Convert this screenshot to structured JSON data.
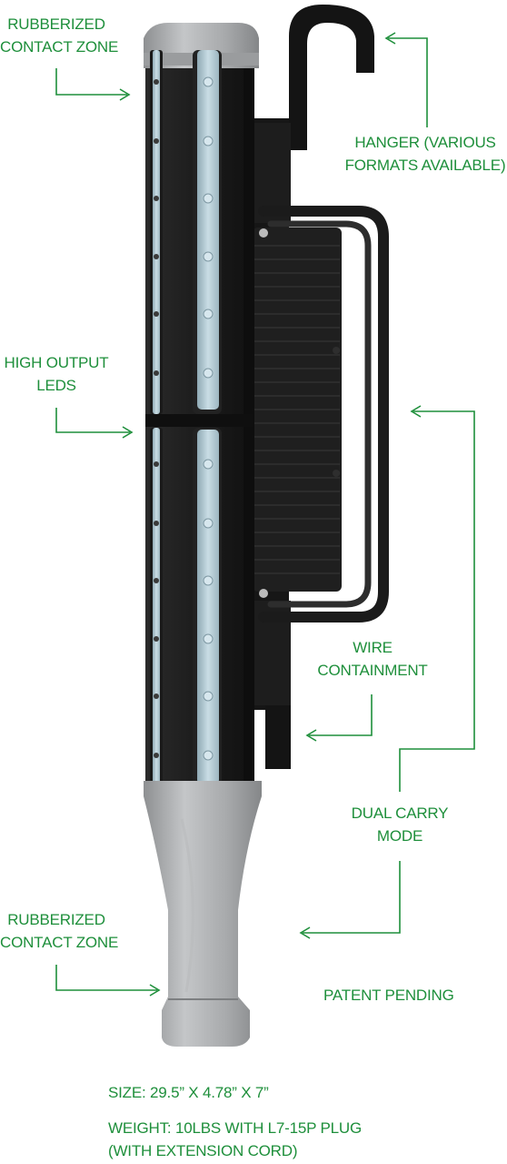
{
  "callouts": {
    "rubberized_top": [
      "RUBBERIZED",
      "CONTACT ZONE"
    ],
    "hanger": [
      "HANGER (VARIOUS",
      "FORMATS AVAILABLE)"
    ],
    "high_output_leds": [
      "HIGH OUTPUT",
      "LEDS"
    ],
    "wire_containment": [
      "WIRE",
      "CONTAINMENT"
    ],
    "dual_carry_mode": [
      "DUAL CARRY",
      "MODE"
    ],
    "rubberized_bottom": [
      "RUBBERIZED",
      "CONTACT ZONE"
    ],
    "patent_pending": "PATENT PENDING"
  },
  "specs": {
    "size": "SIZE: 29.5” X 4.78” X 7”",
    "weight_line1": "WEIGHT: 10LBS WITH L7-15P PLUG",
    "weight_line2": "(WITH EXTENSION CORD)"
  },
  "colors": {
    "accent_green": "#1e8f3b",
    "housing_black": "#1a1a1a",
    "rubber_gray": "#a9abad",
    "led_strip": "#b8d0da"
  }
}
